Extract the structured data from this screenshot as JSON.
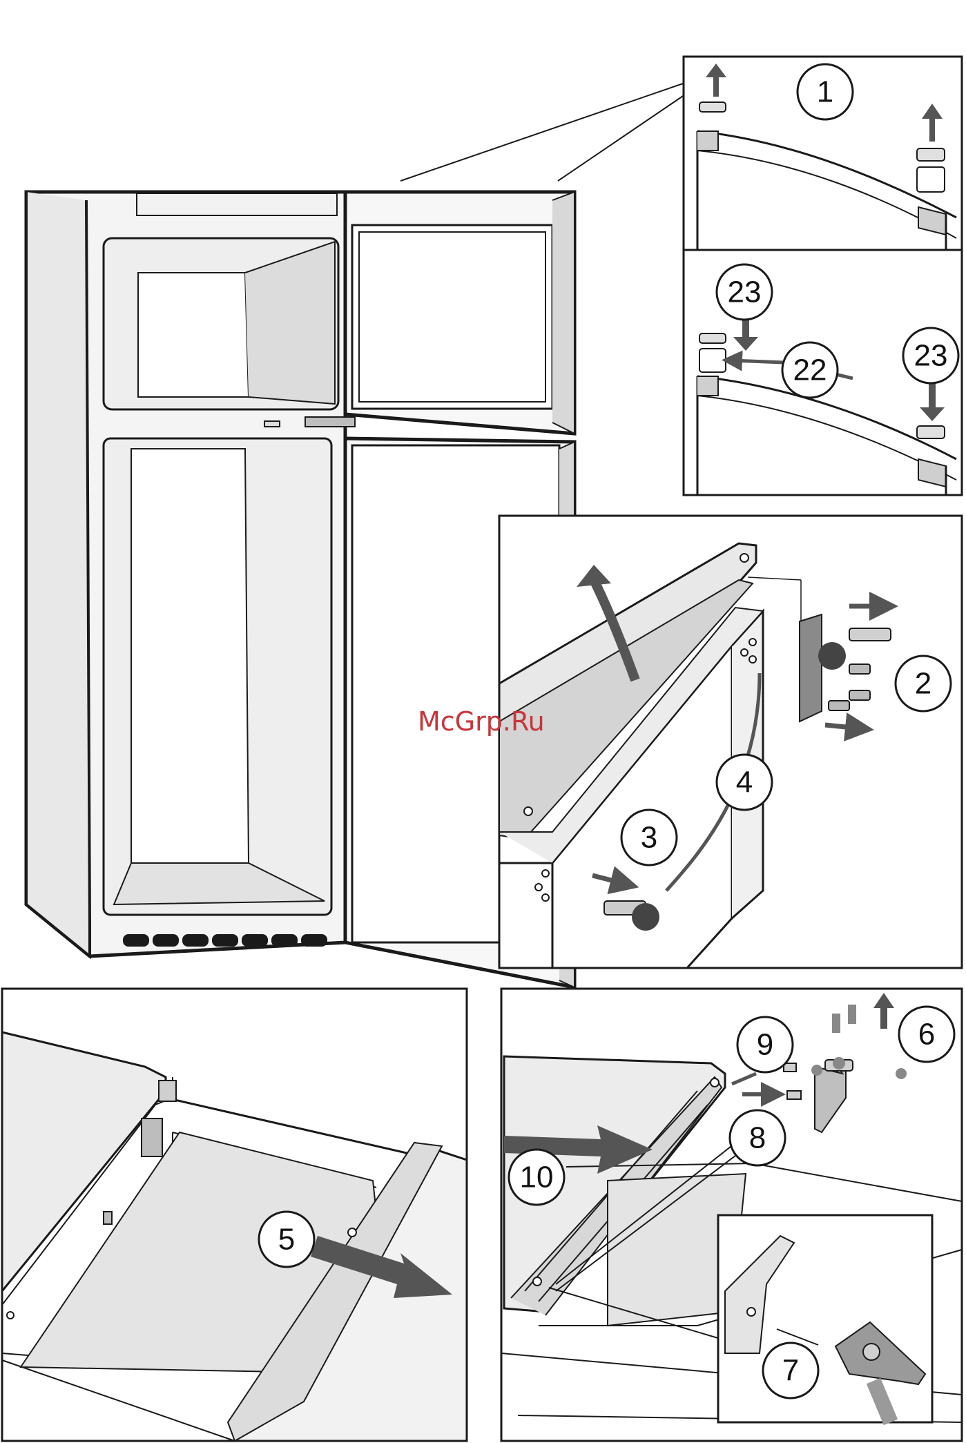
{
  "watermark": "McGrp.Ru",
  "colors": {
    "line": "#1a1a1a",
    "arrow": "#555555",
    "fill_light": "#e6e6e6",
    "fill_mid": "#cfcfcf",
    "fill_dark": "#9a9a9a",
    "watermark": "#c8353a"
  },
  "callouts": [
    {
      "id": "c1",
      "label": "1"
    },
    {
      "id": "c23a",
      "label": "23"
    },
    {
      "id": "c22",
      "label": "22"
    },
    {
      "id": "c23b",
      "label": "23"
    },
    {
      "id": "c2",
      "label": "2"
    },
    {
      "id": "c4",
      "label": "4"
    },
    {
      "id": "c3",
      "label": "3"
    },
    {
      "id": "c5",
      "label": "5"
    },
    {
      "id": "c9",
      "label": "9"
    },
    {
      "id": "c6",
      "label": "6"
    },
    {
      "id": "c8",
      "label": "8"
    },
    {
      "id": "c10",
      "label": "10"
    },
    {
      "id": "c7",
      "label": "7"
    }
  ]
}
